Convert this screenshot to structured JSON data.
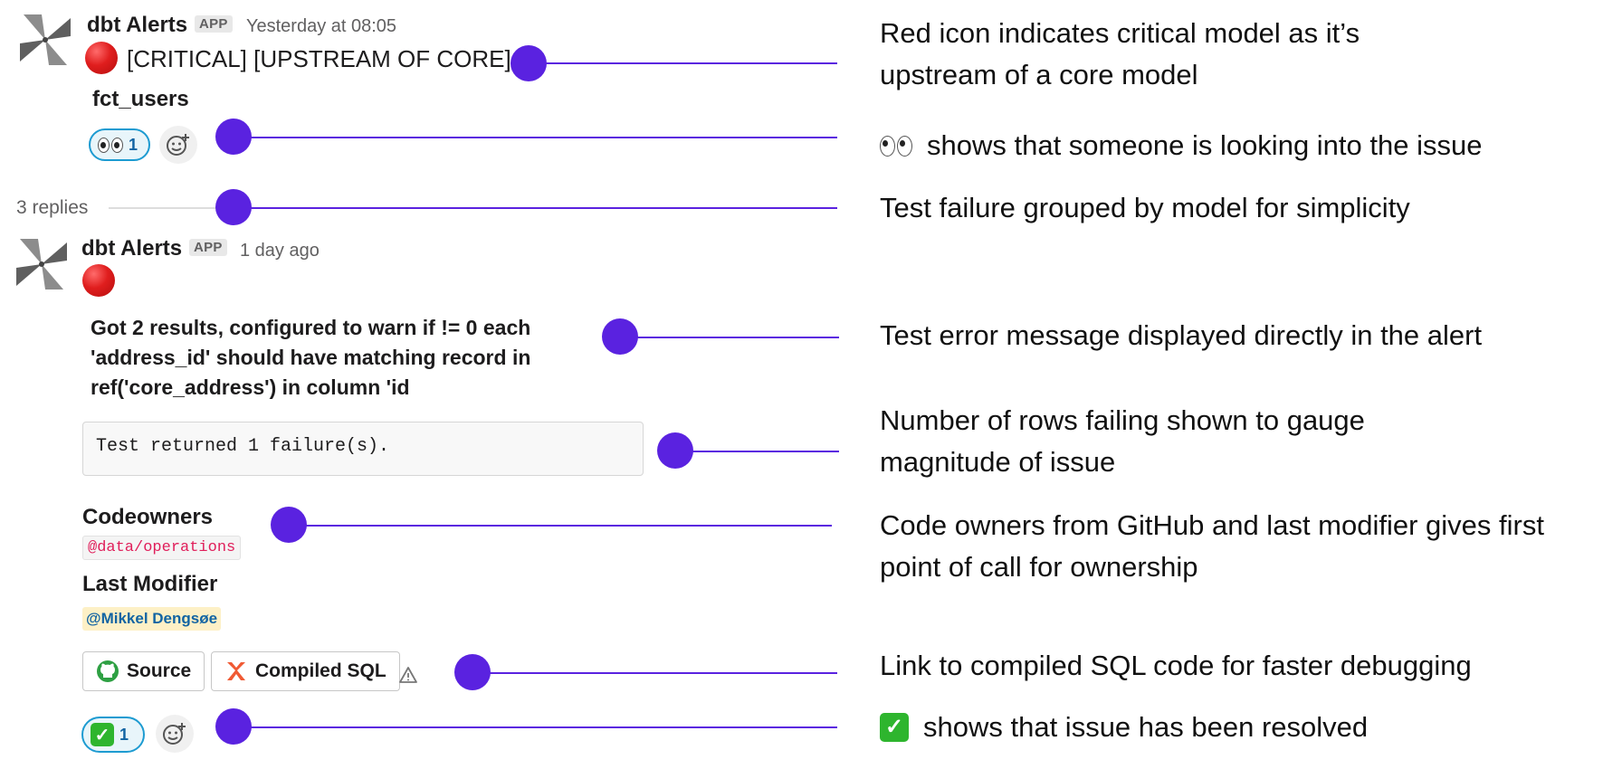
{
  "message1": {
    "sender": "dbt Alerts",
    "badge": "APP",
    "timestamp": "Yesterday at 08:05",
    "header": "[CRITICAL] [UPSTREAM OF CORE]",
    "model": "fct_users",
    "reaction_count": "1"
  },
  "thread": {
    "replies": "3 replies"
  },
  "message2": {
    "sender": "dbt Alerts",
    "badge": "APP",
    "timestamp": "1 day ago",
    "error_lines": [
      "Got 2 results, configured to warn if != 0 each",
      "'address_id' should have matching record in",
      "ref('core_address') in column 'id"
    ],
    "code": "Test returned 1 failure(s).",
    "codeowners_title": "Codeowners",
    "codeowners_value": "@data/operations",
    "last_modifier_title": "Last Modifier",
    "last_modifier_value": "@Mikkel Dengsøe",
    "source_button": "Source",
    "compiled_button": "Compiled SQL",
    "reaction_count": "1"
  },
  "annotations": {
    "critical": [
      "Red icon indicates critical model as it’s",
      "upstream of a core model"
    ],
    "eyes": "shows that someone is looking into the issue",
    "grouped": "Test failure grouped by model for simplicity",
    "error": "Test error message displayed directly in the alert",
    "rows": [
      "Number of rows failing shown to gauge",
      "magnitude of issue"
    ],
    "owners": [
      "Code owners from GitHub and last modifier gives first",
      "point of call for ownership"
    ],
    "sql": "Link to compiled SQL code for faster debugging",
    "resolved": "shows that issue has been resolved"
  },
  "colors": {
    "accent": "#5a22e0",
    "critical_red": "#e01e1e",
    "mention_bg": "#fdf0c6",
    "code_pink": "#e01e5a"
  },
  "icons": [
    "pinwheel-avatar-icon",
    "red-circle-icon",
    "eyes-emoji-icon",
    "add-reaction-icon",
    "github-icon",
    "compiled-sql-icon",
    "warning-icon",
    "check-mark-emoji-icon"
  ]
}
